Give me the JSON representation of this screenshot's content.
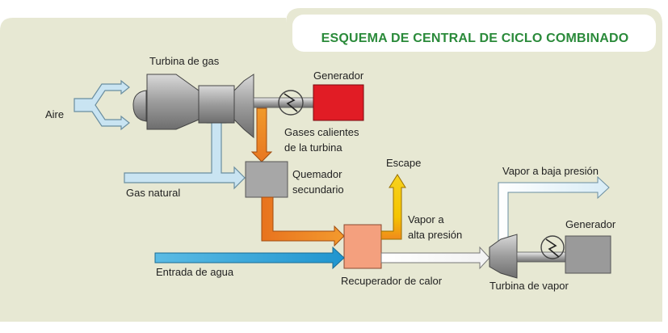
{
  "title": "ESQUEMA DE CENTRAL DE CICLO COMBINADO",
  "labels": {
    "gas_turbine": "Turbina de gas",
    "generator_top": "Generador",
    "air": "Aire",
    "hot_gases_line1": "Gases calientes",
    "hot_gases_line2": "de la turbina",
    "exhaust": "Escape",
    "burner_line1": "Quemador",
    "burner_line2": "secundario",
    "natural_gas": "Gas natural",
    "hp_steam_line1": "Vapor a",
    "hp_steam_line2": "alta presión",
    "lp_steam": "Vapor a baja presión",
    "generator_bottom": "Generador",
    "water_inlet": "Entrada de agua",
    "heat_recovery": "Recuperador de calor",
    "steam_turbine": "Turbina de vapor"
  },
  "colors": {
    "panel": "#e7e8d3",
    "title_green": "#2a8a3a",
    "generator_red": "#e11c25",
    "generator_gray": "#9a9a9a",
    "burner_gray": "#a7a7a7",
    "recuperator_salmon": "#f4a07e",
    "air_blue": "#c9e4f2",
    "water_blue": "#2ea3d6",
    "hot_orange": "#e87722",
    "exhaust_yellow": "#f5c400",
    "steam_white": "#ffffff"
  }
}
